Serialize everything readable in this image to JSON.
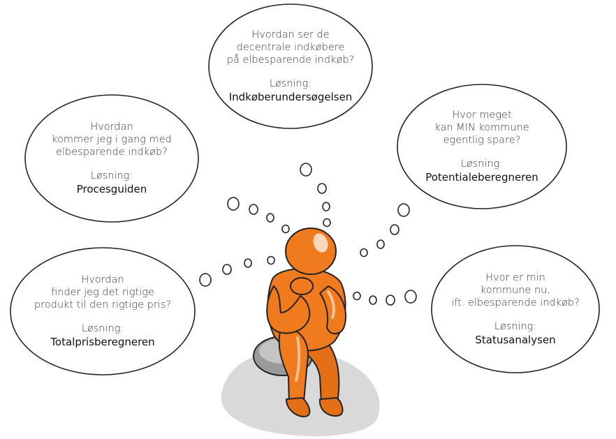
{
  "bubbles": {
    "top": {
      "question": "Hvordan ser de\ndecentrale indkøbere\npå elbesparende indkøb?",
      "label": "Løsning:",
      "solution": "Indkøberundersøgelsen"
    },
    "left": {
      "question": "Hvordan\nkommer jeg i gang med\nelbesparende indkøb?",
      "label": "Løsning:",
      "solution": "Procesguiden"
    },
    "right": {
      "question": "Hvor meget\nkan MIN kommune\negentlig spare?",
      "label": "Løsning:",
      "solution": "Potentialeberegneren"
    },
    "bottom_left": {
      "question": "Hvordan\nfinder jeg det rigtige\nprodukt til den rigtige pris?",
      "label": "Løsning:",
      "solution": "Totalprisberegneren"
    },
    "bottom_right": {
      "question": "Hvor er min\nkommune nu,\nift. elbesparende indkøb?",
      "label": "Løsning:",
      "solution": "Statusanalysen"
    }
  },
  "colors": {
    "figure": "#f07a1e",
    "figure_dark": "#c9560d",
    "shadow": "#d9d9d9",
    "stroke": "#222222"
  },
  "icons": [
    "thinking-person-icon"
  ]
}
